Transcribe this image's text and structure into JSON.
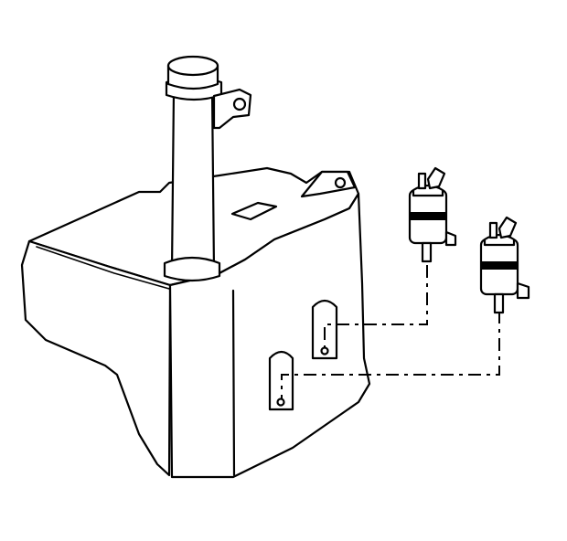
{
  "diagram": {
    "components": [
      {
        "id": "reservoir",
        "kind": "washer-fluid-reservoir"
      },
      {
        "id": "filler-neck",
        "kind": "filler-neck-with-cap"
      },
      {
        "id": "pump-front",
        "kind": "washer-pump"
      },
      {
        "id": "pump-rear",
        "kind": "washer-pump"
      }
    ],
    "connections": [
      {
        "from": "pump-front",
        "to": "upper-pump-port"
      },
      {
        "from": "pump-rear",
        "to": "lower-pump-port"
      }
    ],
    "colors": {
      "ink": "#000000",
      "background": "#ffffff"
    }
  }
}
